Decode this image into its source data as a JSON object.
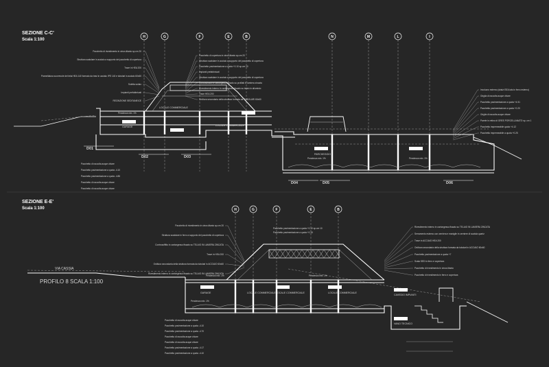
{
  "sections": [
    {
      "id": "cc",
      "title": "SEZIONE  C-C'",
      "scale": "Scala 1:100",
      "grid_top": [
        "H",
        "G",
        "F",
        "E",
        "B",
        "N",
        "M",
        "L",
        "I"
      ],
      "labels_left": [
        "Pacchetto di rivestimento in cinox-titanio sp.cm 20",
        "Struttura scatolare in acciaio a supporto del pacchetto di copertura",
        "Trave in HEA 200",
        "Pannellatura scorrevole dei telai HEA 140 formato da travi in acciaio IPE 140 e tubolari in acciaio 60x60",
        "Soletta solaio",
        "Impianti prefabbricati",
        "RECINZIONE SEDITANEICE"
      ],
      "labels_mid": [
        "Pacchetto di copertura in cinox-titanio sp.cm 20",
        "Struttura scatolare in acciaio a supporto del pacchetto di copertura",
        "Pacchetto pavimentazione a quota +0.10 sp.cm 10",
        "Impianti prefabbricati",
        "Struttura scatolare in acciaio a supporto del pacchetto di copertura",
        "Controsoffitto in cartongesso fissato su profilati in lamiera zincata",
        "Rivestimento interno in cartongesso fissato su telaio in alluminio",
        "Trave HEA 200",
        "Orditura secondaria della struttura formata da TUBOLARI 60x60"
      ],
      "labels_right": [
        "Involucro esterno (sbalzi SEA lato in ferro esterno)",
        "Griglia di raccolta acque chiare",
        "Pacchetto pavimentazione a quota +4.51",
        "Pacchetto pavimentazione a quota +0.20",
        "Griglia di raccolta acque chiare",
        "Parete in retino di GRES PORCELLANATO sp. cm 1",
        "Pacchetto impermeabile quota +4.12",
        "Pacchetto impermeabile a quota +0.25"
      ],
      "labels_bottom": [
        "Pacchetto di raccolta acque chiare",
        "Pacchetto pavimentazione a quota -4.10",
        "Pacchetto pavimentazione a quota -4.86",
        "Pacchetto di raccolta acque chiare",
        "Pacchetto di raccolta acque chiare"
      ],
      "rooms": [
        "LOCALE COMMERCIALE",
        "GARAGE",
        "LOCALE COMMERCIALE",
        "PARCHEGGIO"
      ],
      "floor_tags": [
        "Pendenza min. 1%",
        "Pendenza min. 1%",
        "Pendenza min. 1%"
      ],
      "detail_tags": [
        "D01",
        "D02",
        "D03",
        "D04",
        "D05",
        "D06"
      ]
    },
    {
      "id": "ee",
      "title": "SEZIONE  E-E'",
      "scale": "Scala 1:100",
      "profile": "PROFILO 8 SCALA 1:100",
      "road": "VIA CASSIA",
      "grid_top": [
        "H",
        "G",
        "F",
        "E",
        "B"
      ],
      "labels_left": [
        "Pacchetto di rivestimento in cinox-titanio sp.cm 20",
        "Struttura scatolare in ferro a supporto del pacchetto di copertura",
        "Controsoffitto in cartongesso fissato su TELAIO IN LAMIERA ZINCATA",
        "Trave in HEA 200",
        "Orditura secondaria della struttura formata da tubolari in ACCIAIO 60x60",
        "Rivestimento interno in cartongesso fissato su TELAIO IN LAMIERA ZINCATA"
      ],
      "labels_mid": [
        "Pacchetto pavimentazione a quota +0.10 sp.cm 10",
        "Pacchetto pavimentazione a quota +0.15"
      ],
      "labels_right": [
        "Rivestimento interno in cartongesso fissato su TELAIO IN LAMIERA ZINCATA",
        "Serramento esterno con cerniera e maniglie in cerniere di scatola quartz",
        "Trave in ACCIAIO HEA 200",
        "Orditura secondaria della struttura formata da tubolari in ACCIAIO 60x60",
        "Pacchetto pavimentazione a quota +7",
        "Scala SED in ferro e copertura",
        "Pacchetto di rivestimento in cinox-titanio",
        "Pacchetto di rivestimento in ferro e copertura"
      ],
      "labels_bottom": [
        "Pacchetto di raccolta acque chiare",
        "Pacchetto pavimentazione a quota -4.10",
        "Pacchetto pavimentazione a quota -4.70",
        "Pacchetto di raccolta acque chiare",
        "Pacchetto di raccolta acque chiare",
        "Pacchetto pavimentazione a quota -4.17",
        "Pacchetto pavimentazione a quota -4.10"
      ],
      "rooms": [
        "GARAGE",
        "LOCALE COMMERCIALE",
        "LOCALE COMMERCIALE",
        "LOCALE COMMERCIALE",
        "CAVEDIO IMPIANTI",
        "VANO TECNICO"
      ],
      "floor_tags": [
        "Pendenza min. 1%",
        "Pendenza min. 1%",
        "Pendenza min. 1%"
      ]
    }
  ],
  "colors": {
    "background": "#262626",
    "ink": "#ffffff",
    "secondary": "#bdbdbd"
  }
}
